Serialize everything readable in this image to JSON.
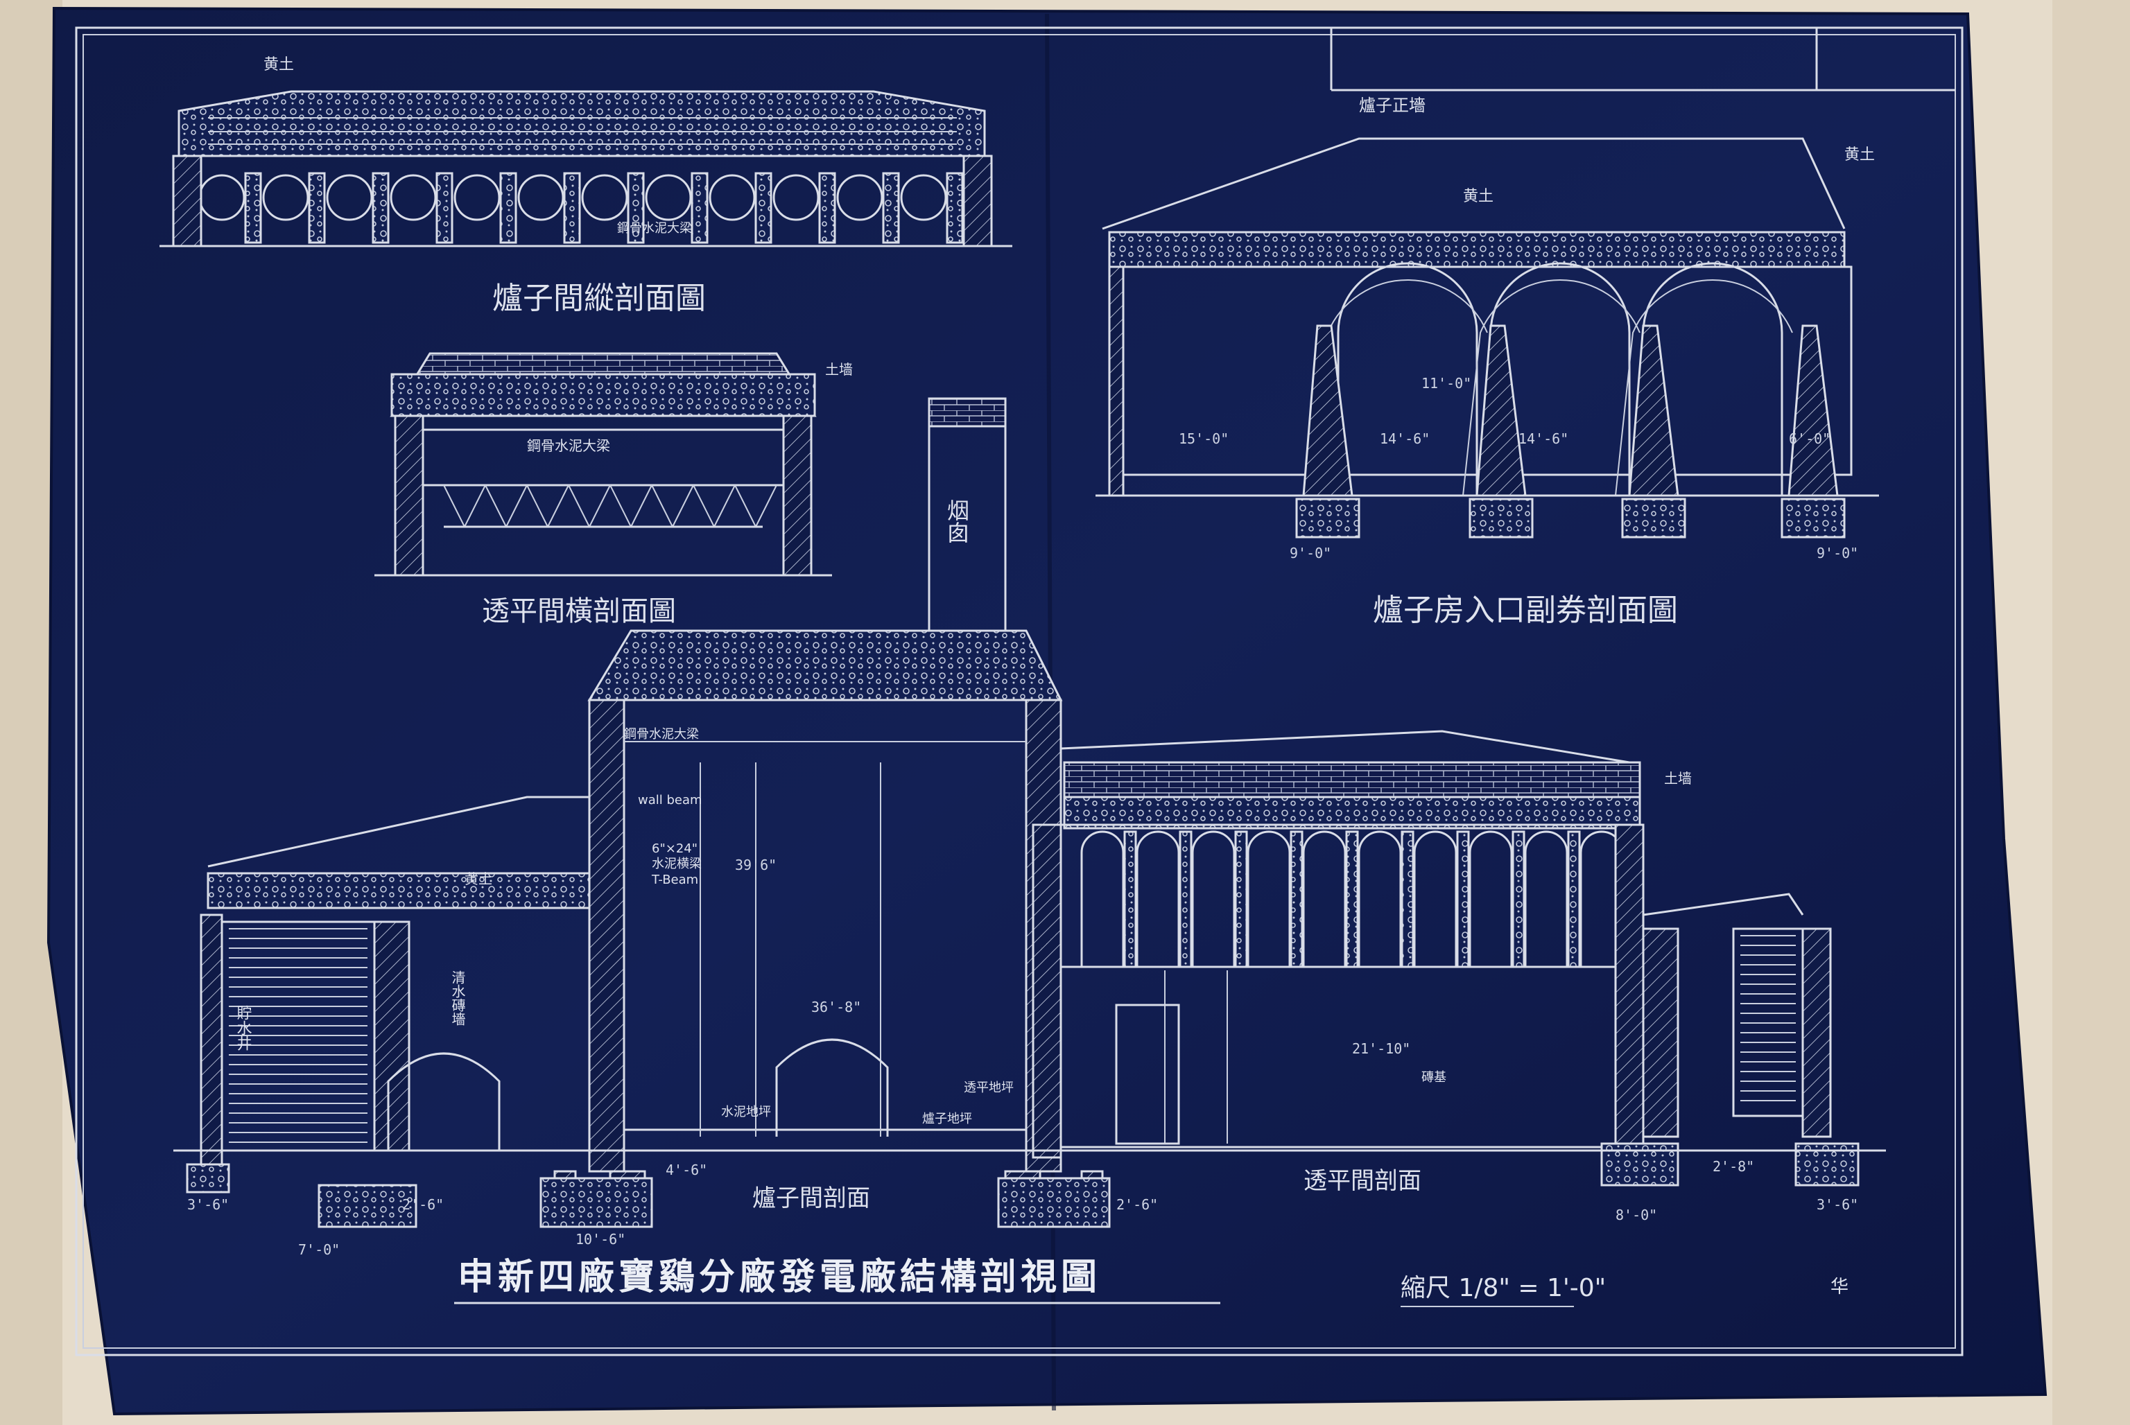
{
  "colors": {
    "paper_blue": "#0f1a47",
    "paper_dark": "#0a1236",
    "ink": "#d9dde8",
    "background": "#e6dccb"
  },
  "main_title": "申新四廠寶鷄分廠發電廠結構剖視圖",
  "scale": "縮尺 1/8\" = 1'-0\"",
  "signature": "华",
  "sections": {
    "boiler_longitudinal": "爐子間縱剖面圖",
    "transition_cross": "透平間橫剖面圖",
    "boiler_entrance": "爐子房入口副券剖面圖",
    "boiler_section": "爐子間剖面",
    "transition_section": "透平間剖面"
  },
  "labels": {
    "loess": "黄土",
    "loess_top": "黄土",
    "boiler_wall": "爐子正墻",
    "soil_wall": "土墙",
    "chimney": "烟囱",
    "steel_beam": "鋼骨水泥大梁",
    "wall_beam": "wall beam",
    "water_well": "貯水井",
    "clear_water": "清水磚墻",
    "water_pit": "水泥地坪",
    "boiler_ground": "爐子地坪",
    "turbine_ground": "透平地坪",
    "tbeam": "T-Beam",
    "tbeam_size": "6\"×24\"",
    "tbeam_cn": "水泥横梁",
    "foundation": "磚基"
  },
  "dimensions": {
    "d_39": "39'6\"",
    "d_36": "36'-8\"",
    "d_21": "21'-10\"",
    "d_14a": "14'-6\"",
    "d_14b": "14'-6\"",
    "d_15": "15'-0\"",
    "d_11": "11'-0\"",
    "d_9a": "9'-0\"",
    "d_9b": "9'-0\"",
    "d_6": "6'-0\"",
    "d_7": "7'-0\"",
    "d_8": "8'-0\"",
    "d_10": "10'-6\"",
    "d_3a": "3'-6\"",
    "d_3b": "3'-6\"",
    "d_2a": "2'-6\"",
    "d_2b": "2'-6\"",
    "d_4": "4'-6\"",
    "d_2_8": "2'-8\""
  }
}
